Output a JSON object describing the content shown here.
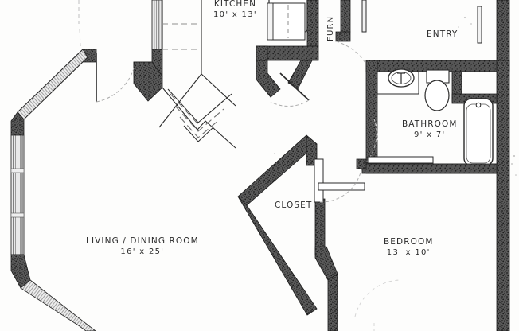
{
  "document": {
    "type": "architectural-floor-plan",
    "title": "Apartment Floor Plan"
  },
  "rooms": [
    {
      "id": "kitchen",
      "name": "KITCHEN",
      "dimensions": "10' x 13'"
    },
    {
      "id": "entry",
      "name": "ENTRY",
      "dimensions": ""
    },
    {
      "id": "bathroom",
      "name": "BATHROOM",
      "dimensions": "9' x 7'"
    },
    {
      "id": "closet",
      "name": "CLOSET",
      "dimensions": ""
    },
    {
      "id": "living_dining",
      "name": "LIVING / DINING ROOM",
      "dimensions": "16' x 25'"
    },
    {
      "id": "bedroom",
      "name": "BEDROOM",
      "dimensions": "13' x 10'"
    }
  ],
  "annotations": {
    "furnace": "FURN"
  },
  "fixtures": [
    {
      "id": "sink",
      "name": "bathroom-sink"
    },
    {
      "id": "toilet",
      "name": "toilet"
    },
    {
      "id": "bathtub",
      "name": "bathtub"
    },
    {
      "id": "counter",
      "name": "kitchen-counter"
    }
  ],
  "colors": {
    "wall_fill": "#4a4a4a",
    "wall_stroke": "#1c1c1c",
    "line": "#2b2b2b",
    "paper": "#fdfdfc",
    "door_arc": "#9a9a9a"
  }
}
